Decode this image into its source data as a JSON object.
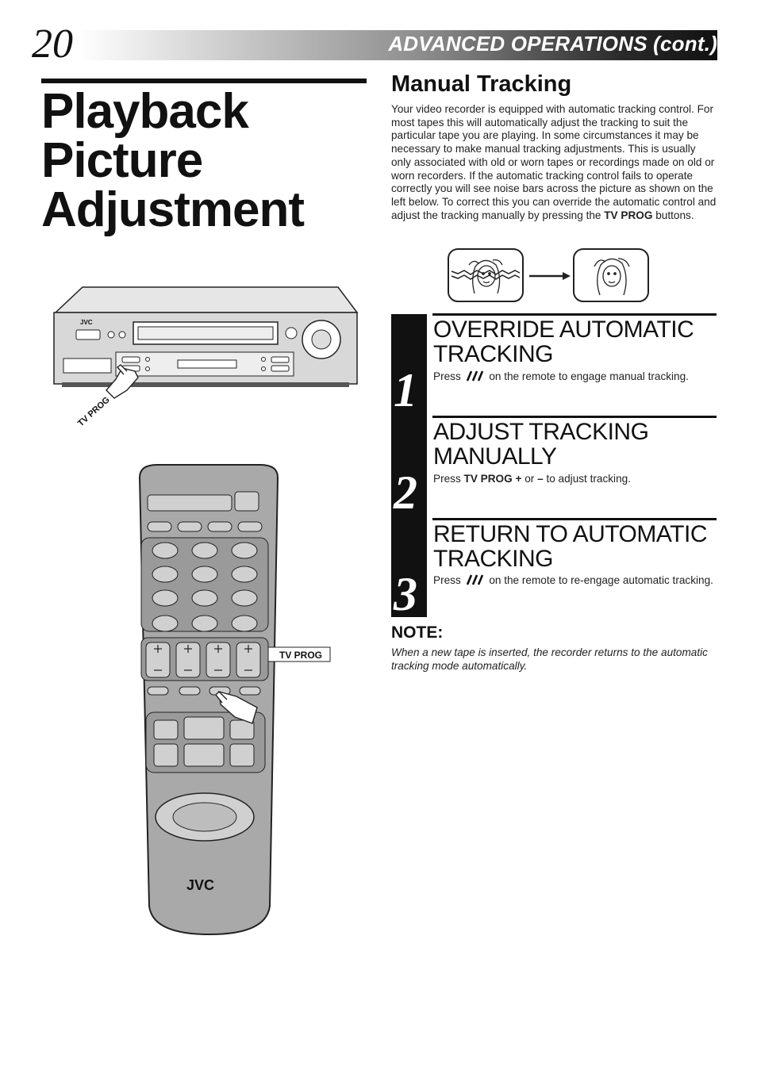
{
  "header": {
    "page_number": "20",
    "section": "ADVANCED OPERATIONS (cont.)"
  },
  "title": {
    "line1": "Playback",
    "line2": "Picture",
    "line3": "Adjustment"
  },
  "manual_tracking": {
    "heading": "Manual Tracking",
    "body": "Your video recorder is equipped with automatic tracking control. For most tapes this will automatically adjust the tracking to suit the particular tape you are playing. In some circumstances it may be necessary to make manual tracking adjustments. This is usually only associated with old or worn tapes or recordings made on old or worn recorders. If the automatic tracking control fails to operate correctly you will see noise bars across the picture as shown on the left below. To correct this you can override the automatic control and adjust the tracking manually by pressing the",
    "body_bold": "TV PROG",
    "body_end": "buttons."
  },
  "steps": [
    {
      "number": "1",
      "title": "OVERRIDE AUTOMATIC TRACKING",
      "pre": "Press",
      "post": "on the remote to engage manual tracking."
    },
    {
      "number": "2",
      "title": "ADJUST TRACKING MANUALLY",
      "pre": "Press",
      "bold": "TV PROG +",
      "mid": "or",
      "bold2": "–",
      "post": "to adjust tracking."
    },
    {
      "number": "3",
      "title": "RETURN TO AUTOMATIC TRACKING",
      "pre": "Press",
      "post": "on the remote to re-engage automatic tracking."
    }
  ],
  "note": {
    "title": "NOTE:",
    "text": "When a new tape is inserted, the recorder returns to the automatic tracking mode automatically."
  },
  "illustration": {
    "vcr_brand": "JVC",
    "vcr_callout": "TV PROG",
    "remote_brand": "JVC",
    "remote_callout": "TV PROG"
  },
  "colors": {
    "ink": "#111111",
    "remote_body": "#a9a9a9"
  }
}
